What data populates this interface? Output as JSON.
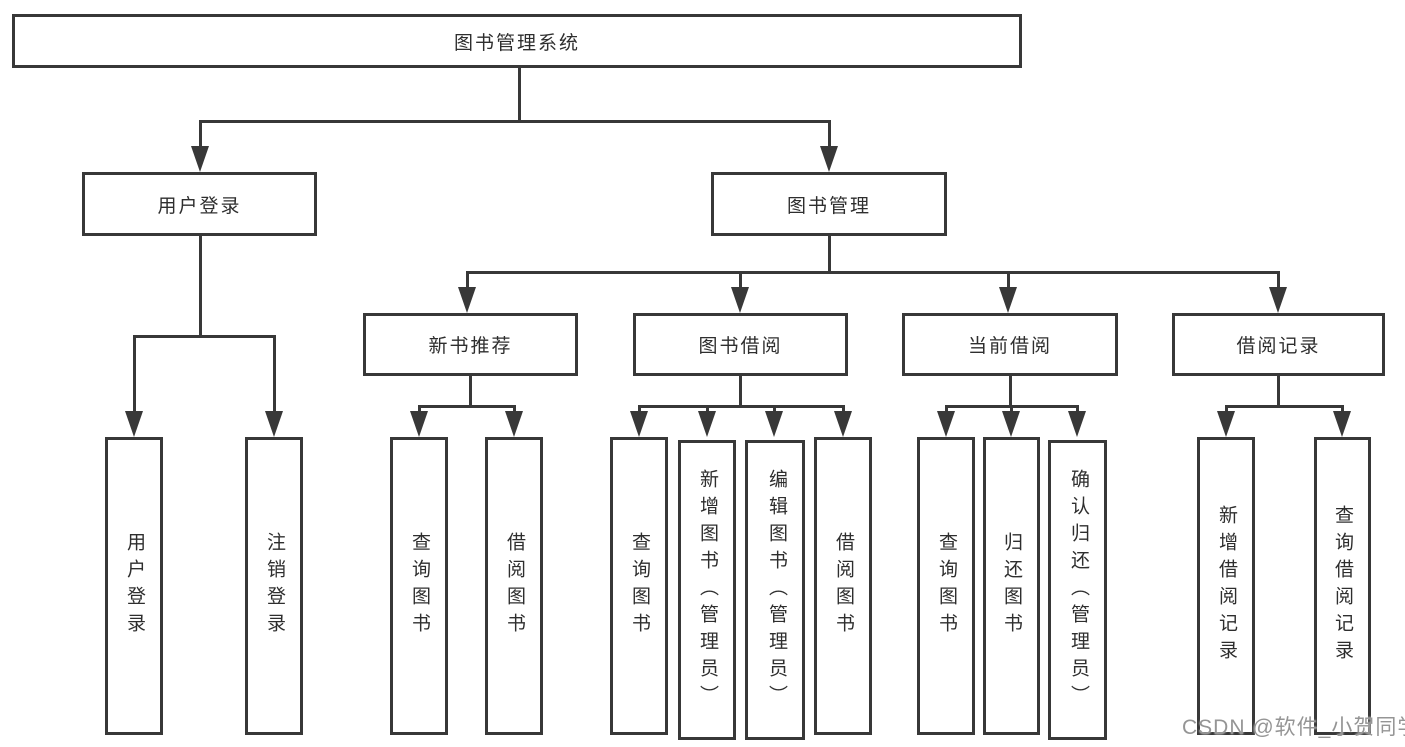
{
  "tree": {
    "root": "图书管理系统",
    "branches": [
      {
        "label": "用户登录",
        "leaves": [
          "用户登录",
          "注销登录"
        ]
      },
      {
        "label": "图书管理",
        "groups": [
          {
            "label": "新书推荐",
            "leaves": [
              "查询图书",
              "借阅图书"
            ]
          },
          {
            "label": "图书借阅",
            "leaves": [
              "查询图书",
              "新增图书（管理员）",
              "编辑图书（管理员）",
              "借阅图书"
            ]
          },
          {
            "label": "当前借阅",
            "leaves": [
              "查询图书",
              "归还图书",
              "确认归还（管理员）"
            ]
          },
          {
            "label": "借阅记录",
            "leaves": [
              "新增借阅记录",
              "查询借阅记录"
            ]
          }
        ]
      }
    ]
  },
  "watermark": {
    "text": "CSDN @软件_小贺同学"
  },
  "colors": {
    "line": "#383838",
    "text": "#2e2e2e",
    "background": "#ffffff",
    "watermark": "#959595"
  }
}
